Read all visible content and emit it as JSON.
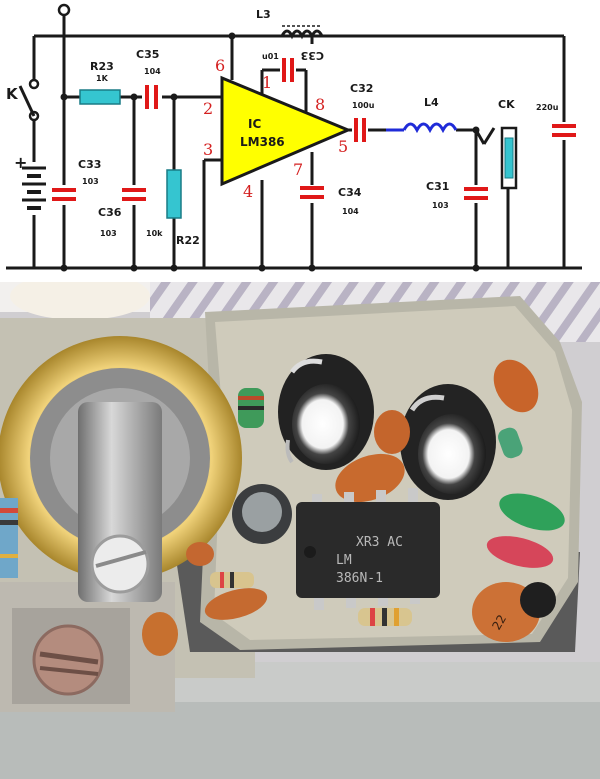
{
  "schematic": {
    "switch": {
      "label": "K"
    },
    "battery": {
      "plus": "+"
    },
    "ic": {
      "ref": "IC",
      "part": "LM386"
    },
    "pins": {
      "p1": "1",
      "p2": "2",
      "p3": "3",
      "p4": "4",
      "p5": "5",
      "p6": "6",
      "p7": "7",
      "p8": "8"
    },
    "components": {
      "L3": {
        "ref": "L3"
      },
      "R23": {
        "ref": "R23",
        "value": "1K"
      },
      "C35": {
        "ref": "C35",
        "value": "104"
      },
      "C33_top": {
        "ref": "C33",
        "value": "u01"
      },
      "C32": {
        "ref": "C32",
        "value": "100u"
      },
      "L4": {
        "ref": "L4"
      },
      "CK": {
        "ref": "CK"
      },
      "C_out": {
        "value": "220u"
      },
      "C33": {
        "ref": "C33",
        "value": "103"
      },
      "C36": {
        "ref": "C36",
        "value": "103"
      },
      "R22": {
        "ref": "R22",
        "value": "10k"
      },
      "C34": {
        "ref": "C34",
        "value": "104"
      },
      "C31": {
        "ref": "C31",
        "value": "103"
      }
    }
  },
  "photo": {
    "chip": {
      "line1": "XR3 AC",
      "line2": "LM",
      "line3": "386N-1"
    },
    "cap_marking": "22"
  },
  "colors": {
    "capacitor_symbol": "#e01818",
    "ic_fill": "#ffff00",
    "resistor_fill": "#35c5d0",
    "pin_numbers": "#d42020",
    "output_wire": "#1f2bd8"
  }
}
